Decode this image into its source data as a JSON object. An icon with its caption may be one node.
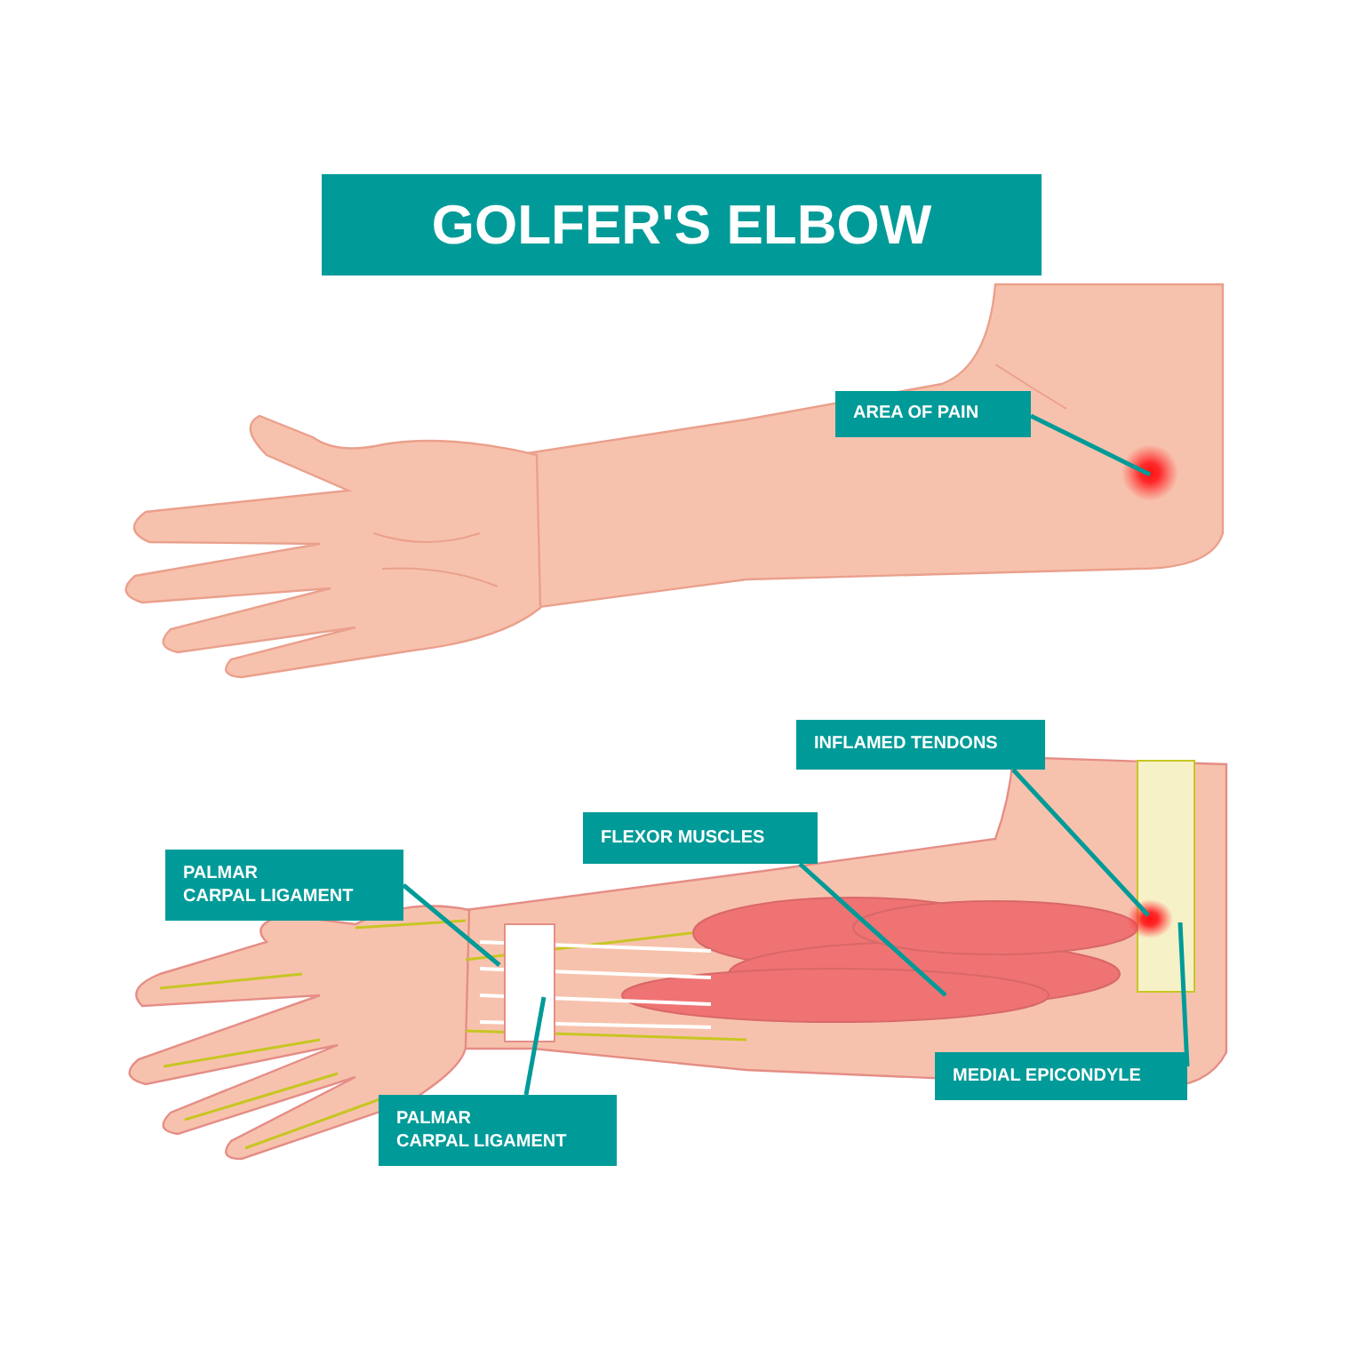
{
  "diagram": {
    "title": "GOLFER'S ELBOW",
    "nodes": [
      {
        "text": [
          "AREA OF PAIN"
        ]
      },
      {
        "text": [
          "INFLAMED TENDONS"
        ]
      },
      {
        "text": [
          "FLEXOR MUSCLES"
        ]
      },
      {
        "text": [
          "PALMAR CARPAL LIGAMENT"
        ]
      },
      {
        "text": [
          "MEDIAL EPICONDYLE"
        ]
      },
      {
        "text": [
          "PALMAR CARPAL LIGAMENT"
        ]
      }
    ],
    "edges": [
      {
        "from": 0,
        "to": null,
        "arrow": "none"
      },
      {
        "from": 1,
        "to": null,
        "arrow": "none"
      },
      {
        "from": 2,
        "to": null,
        "arrow": "none"
      },
      {
        "from": 3,
        "to": null,
        "arrow": "none"
      },
      {
        "from": 4,
        "to": null,
        "arrow": "none"
      },
      {
        "from": 5,
        "to": null,
        "arrow": "none"
      }
    ]
  }
}
